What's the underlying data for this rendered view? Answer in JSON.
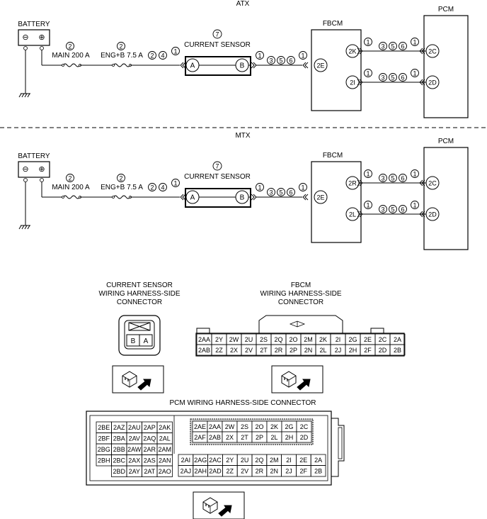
{
  "atx": {
    "title": "ATX",
    "battery": "BATTERY",
    "minus": "⊖",
    "plus": "⊕",
    "fuse1_num": "2",
    "fuse1_label": "MAIN 200 A",
    "fuse2_num": "2",
    "fuse2_label": "ENG+B 7.5 A",
    "wire_a": [
      "2",
      "4"
    ],
    "wire_a_end": "1",
    "sensor_num": "7",
    "sensor_label": "CURRENT SENSOR",
    "pin_a": "A",
    "pin_b": "B",
    "wire_b_start": "1",
    "wire_b": [
      "3",
      "5",
      "6"
    ],
    "wire_b_end": "1",
    "fbcm": "FBCM",
    "fbcm_in": "2E",
    "fbcm_out1": "2K",
    "fbcm_out2": "2I",
    "wire_c": [
      "1",
      "3",
      "5",
      "6",
      "1"
    ],
    "wire_d": [
      "1",
      "3",
      "5",
      "6",
      "1"
    ],
    "pcm": "PCM",
    "pcm_in1": "2C",
    "pcm_in2": "2D"
  },
  "mtx": {
    "title": "MTX",
    "battery": "BATTERY",
    "minus": "⊖",
    "plus": "⊕",
    "fuse1_num": "2",
    "fuse1_label": "MAIN 200 A",
    "fuse2_num": "2",
    "fuse2_label": "ENG+B 7.5 A",
    "wire_a": [
      "2",
      "4"
    ],
    "wire_a_end": "1",
    "sensor_num": "7",
    "sensor_label": "CURRENT SENSOR",
    "pin_a": "A",
    "pin_b": "B",
    "wire_b_start": "1",
    "wire_b": [
      "3",
      "5",
      "6"
    ],
    "wire_b_end": "1",
    "fbcm": "FBCM",
    "fbcm_in": "2E",
    "fbcm_out1": "2R",
    "fbcm_out2": "2L",
    "wire_c": [
      "1",
      "3",
      "5",
      "6",
      "1"
    ],
    "wire_d": [
      "1",
      "3",
      "5",
      "6",
      "1"
    ],
    "pcm": "PCM",
    "pcm_in1": "2C",
    "pcm_in2": "2D"
  },
  "cs_connector": {
    "title": [
      "CURRENT SENSOR",
      "WIRING HARNESS-SIDE",
      "CONNECTOR"
    ],
    "pins": [
      "B",
      "A"
    ]
  },
  "fbcm_connector": {
    "title": [
      "FBCM",
      "WIRING HARNESS-SIDE",
      "CONNECTOR"
    ],
    "row1": [
      "2AA",
      "2Y",
      "2W",
      "2U",
      "2S",
      "2Q",
      "2O",
      "2M",
      "2K",
      "2I",
      "2G",
      "2E",
      "2C",
      "2A"
    ],
    "row2": [
      "2AB",
      "2Z",
      "2X",
      "2V",
      "2T",
      "2R",
      "2P",
      "2N",
      "2L",
      "2J",
      "2H",
      "2F",
      "2D",
      "2B"
    ]
  },
  "pcm_connector": {
    "title": "PCM WIRING HARNESS-SIDE CONNECTOR",
    "left": [
      [
        "2BE",
        "2AZ",
        "2AU",
        "2AP",
        "2AK"
      ],
      [
        "2BF",
        "2BA",
        "2AV",
        "2AQ",
        "2AL"
      ],
      [
        "2BG",
        "2BB",
        "2AW",
        "2AR",
        "2AM"
      ],
      [
        "2BH",
        "2BC",
        "2AX",
        "2AS",
        "2AN"
      ],
      [
        "",
        "2BD",
        "2AY",
        "2AT",
        "2AO"
      ]
    ],
    "top_right": [
      [
        "2AE",
        "2AA",
        "2W",
        "2S",
        "2O",
        "2K",
        "2G",
        "2C"
      ],
      [
        "2AF",
        "2AB",
        "2X",
        "2T",
        "2P",
        "2L",
        "2H",
        "2D"
      ]
    ],
    "bottom_right": [
      [
        "2AI",
        "2AG",
        "2AC",
        "2Y",
        "2U",
        "2Q",
        "2M",
        "2I",
        "2E",
        "2A"
      ],
      [
        "2AJ",
        "2AH",
        "2AD",
        "2Z",
        "2V",
        "2R",
        "2N",
        "2J",
        "2F",
        "2B"
      ]
    ]
  }
}
